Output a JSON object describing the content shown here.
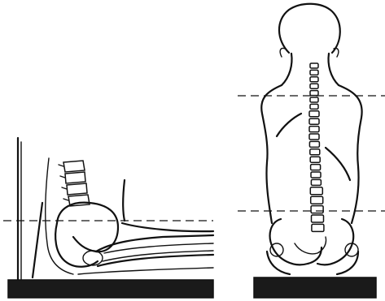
{
  "figure": {
    "panels": [
      {
        "view": "side",
        "icon": "seated-spine-side-view"
      },
      {
        "view": "back",
        "icon": "seated-spine-back-view"
      }
    ],
    "colors": {
      "ink": "#111111",
      "paper": "#ffffff",
      "seat": "#1a1a1a"
    }
  }
}
